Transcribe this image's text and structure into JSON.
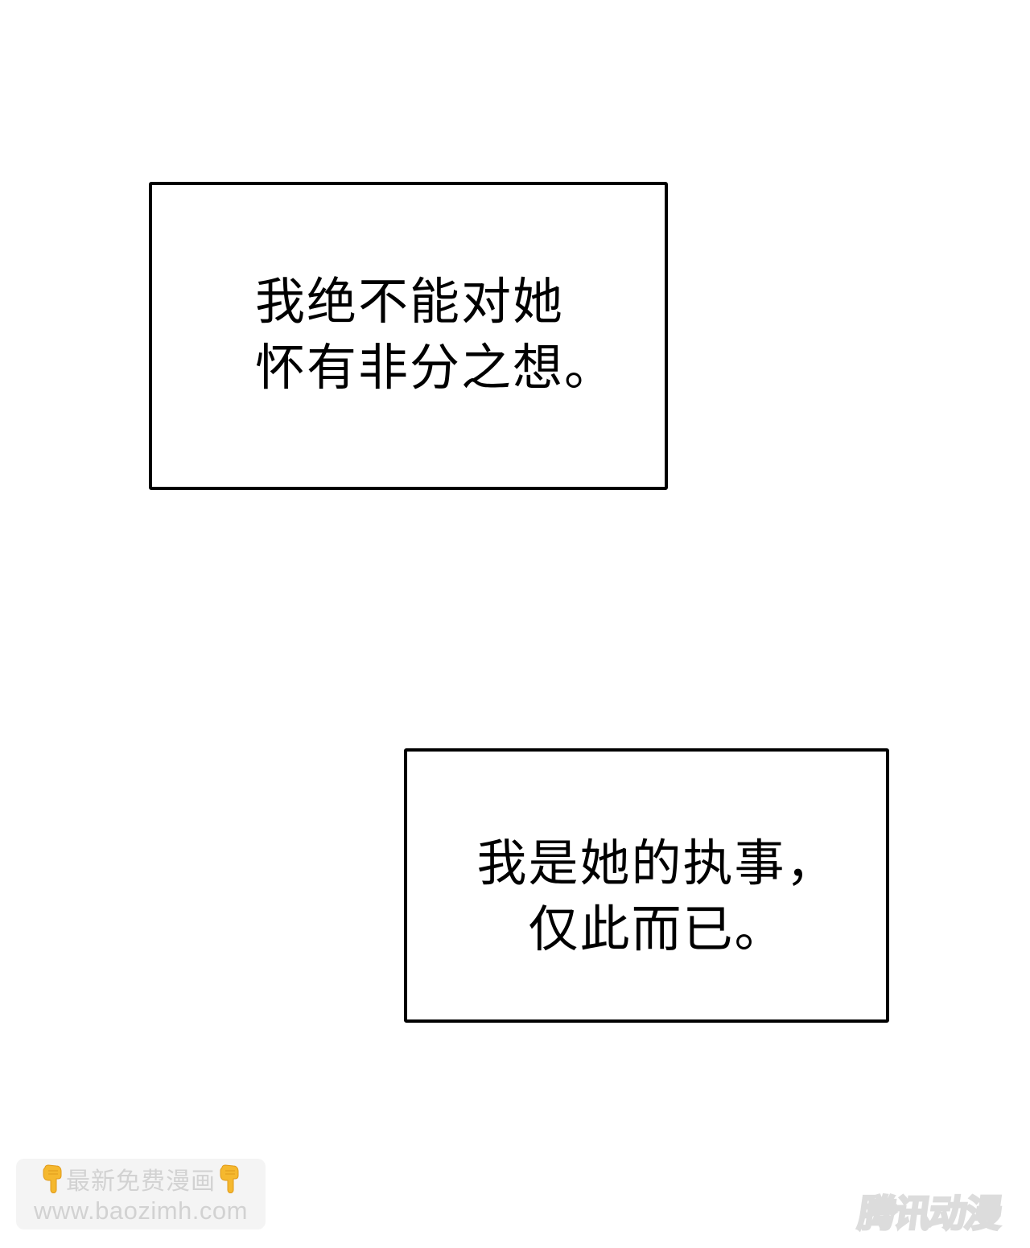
{
  "captions": [
    {
      "id": "caption-1",
      "lines": [
        "我绝不能对她",
        "怀有非分之想。"
      ]
    },
    {
      "id": "caption-2",
      "lines": [
        "我是她的执事，",
        "仅此而已。"
      ]
    }
  ],
  "watermark": {
    "line1": "最新免费漫画",
    "line2": "www.baozimh.com",
    "icon_left": "pointing-down-hand-icon",
    "icon_right": "pointing-down-hand-icon",
    "icon_color": "#f5b82e",
    "text_color": "#d2d2d2",
    "background": "#f4f4f4"
  },
  "brand_logo": {
    "text": "腾讯动漫",
    "color": "#dcdcdc"
  },
  "colors": {
    "background": "#ffffff",
    "border": "#000000",
    "text": "#000000"
  }
}
